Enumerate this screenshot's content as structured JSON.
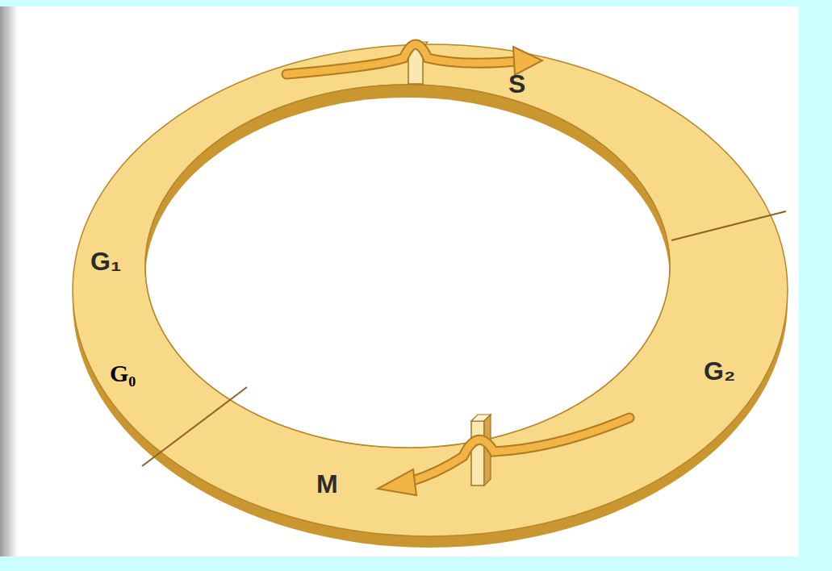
{
  "diagram": {
    "labels": [
      "S",
      "G₁",
      "G₀",
      "G₂",
      "M"
    ]
  }
}
